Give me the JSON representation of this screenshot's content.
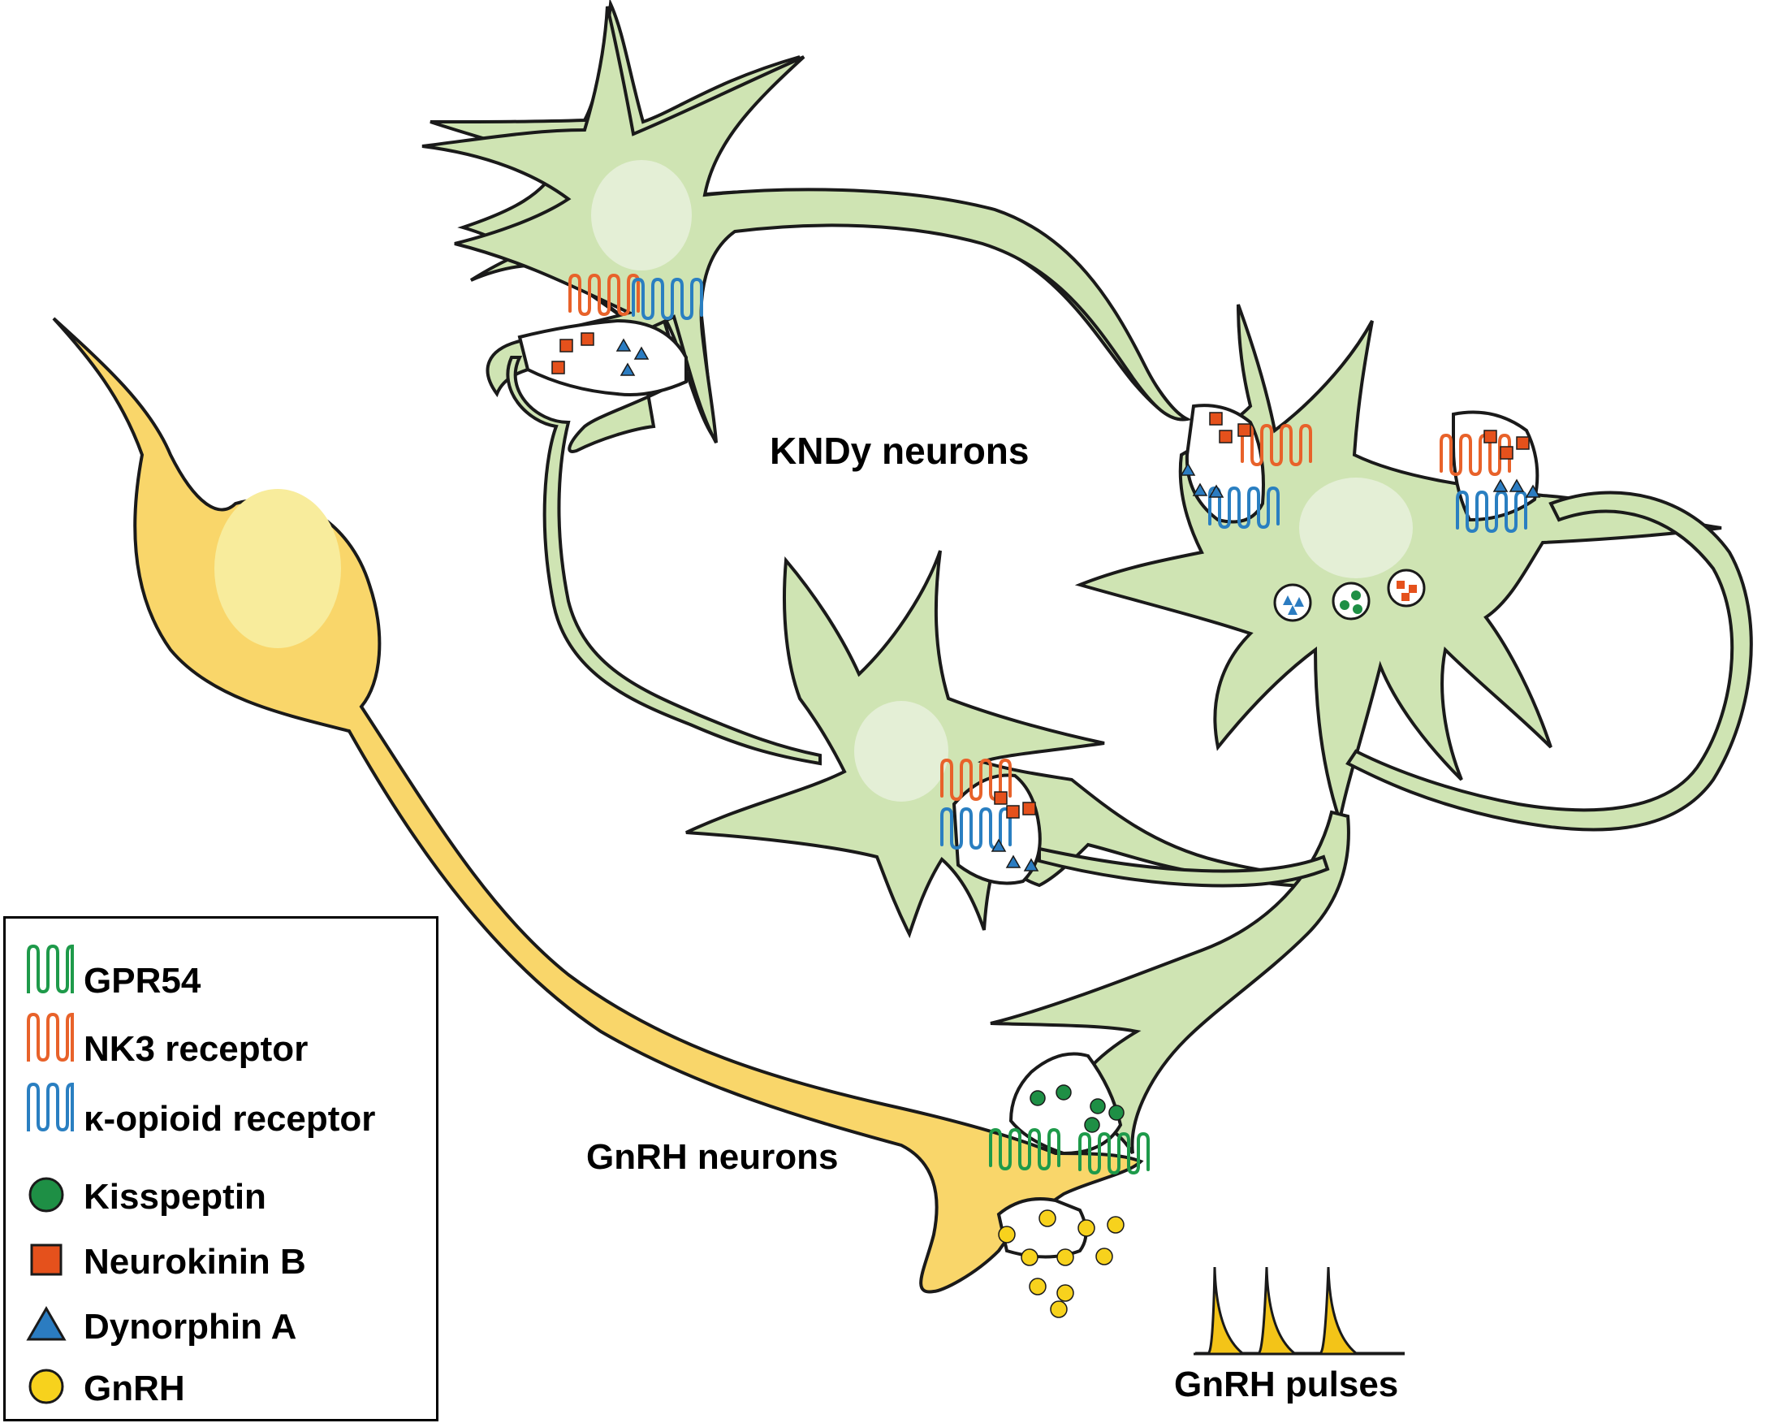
{
  "labels": {
    "kndy": "KNDy neurons",
    "gnrh_neurons": "GnRH neurons",
    "gnrh_pulses": "GnRH pulses"
  },
  "legend": {
    "items": [
      {
        "label": "GPR54",
        "symbol": "receptor",
        "color": "#1e9a4a",
        "icon": "gpr54-receptor-icon"
      },
      {
        "label": "NK3 receptor",
        "symbol": "receptor",
        "color": "#e8622a",
        "icon": "nk3-receptor-icon"
      },
      {
        "label": "κ-opioid receptor",
        "symbol": "receptor",
        "color": "#2a7fc1",
        "icon": "kappa-opioid-receptor-icon"
      },
      {
        "label": "Kisspeptin",
        "symbol": "circle",
        "color": "#1e8f45",
        "icon": "kisspeptin-circle-icon"
      },
      {
        "label": "Neurokinin B",
        "symbol": "square",
        "color": "#e5511c",
        "icon": "neurokinin-b-square-icon"
      },
      {
        "label": "Dynorphin A",
        "symbol": "triangle",
        "color": "#2b7cc1",
        "icon": "dynorphin-a-triangle-icon"
      },
      {
        "label": "GnRH",
        "symbol": "circle",
        "color": "#f7d21d",
        "icon": "gnrh-circle-icon"
      }
    ]
  },
  "colors": {
    "kndy_fill": "#cfe4b3",
    "kndy_nucleus": "#e4efd6",
    "gnrh_fill": "#f9d66a",
    "gnrh_nucleus": "#f8ec9c",
    "outline": "#1a1a1a",
    "pulse_fill": "#f3c418"
  }
}
